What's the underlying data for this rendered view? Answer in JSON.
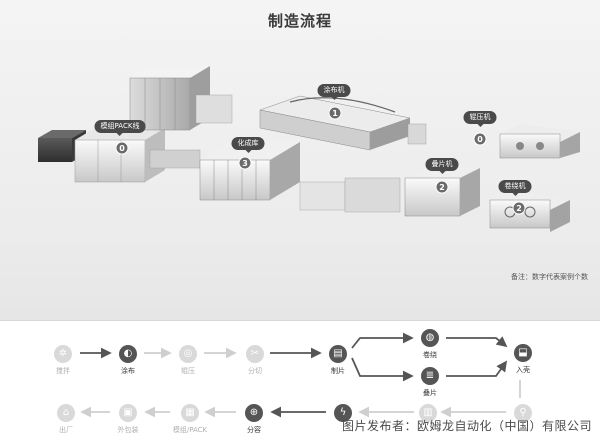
{
  "title": "制造流程",
  "machines": [
    {
      "name": "模组PACK线",
      "num": "0"
    },
    {
      "name": "化成库",
      "num": "3"
    },
    {
      "name": "涂布机",
      "num": "1"
    },
    {
      "name": "辊压机",
      "num": "0"
    },
    {
      "name": "叠片机",
      "num": "2"
    },
    {
      "name": "卷绕机",
      "num": "2"
    }
  ],
  "note": "备注：数字代表案例个数",
  "process_top": [
    {
      "label": "搅拌",
      "icon": "mixer-icon",
      "glyph": "✲",
      "active": false
    },
    {
      "label": "涂布",
      "icon": "coating-icon",
      "glyph": "◐",
      "active": true
    },
    {
      "label": "辊压",
      "icon": "roller-icon",
      "glyph": "◎",
      "active": false
    },
    {
      "label": "分切",
      "icon": "scissors-icon",
      "glyph": "✂",
      "active": false
    },
    {
      "label": "制片",
      "icon": "sheet-icon",
      "glyph": "▤",
      "active": true
    }
  ],
  "process_branch": [
    {
      "label": "卷绕",
      "icon": "winding-icon",
      "glyph": "◍",
      "active": true
    },
    {
      "label": "叠片",
      "icon": "stacking-icon",
      "glyph": "≣",
      "active": true
    }
  ],
  "process_right": {
    "label": "入壳",
    "icon": "casing-icon",
    "glyph": "⬓",
    "active": true
  },
  "process_bottom": [
    {
      "label": "出厂",
      "icon": "ship-icon",
      "glyph": "⌂",
      "active": false
    },
    {
      "label": "外包装",
      "icon": "package-icon",
      "glyph": "▣",
      "active": false
    },
    {
      "label": "模组/PACK",
      "icon": "module-icon",
      "glyph": "▦",
      "active": false
    },
    {
      "label": "分容",
      "icon": "capacity-icon",
      "glyph": "⊕",
      "active": true
    }
  ],
  "process_bottom_hidden": [
    {
      "icon": "charge-icon",
      "glyph": "ϟ",
      "active": true
    },
    {
      "icon": "bin-icon",
      "glyph": "▥",
      "active": false
    },
    {
      "icon": "inject-icon",
      "glyph": "⚲",
      "active": false
    }
  ],
  "watermark": "图片发布者：欧姆龙自动化（中国）有限公司"
}
